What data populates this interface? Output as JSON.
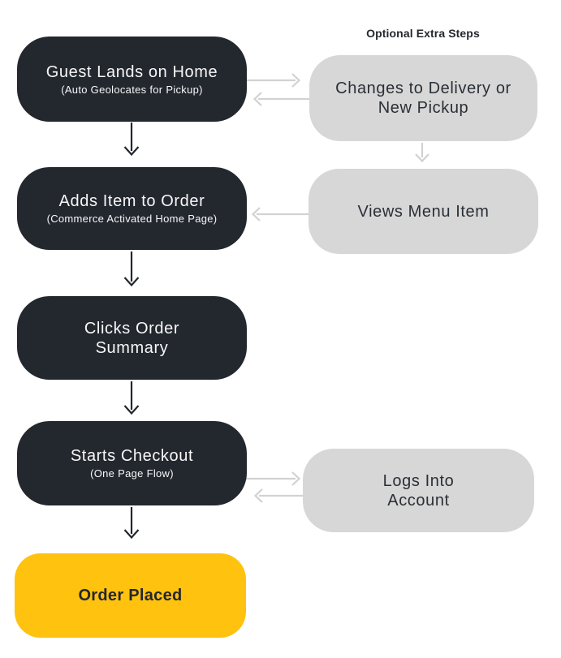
{
  "diagram": {
    "optional_column_heading": "Optional Extra Steps",
    "main_flow": [
      {
        "id": "guest-lands-on-home",
        "title": "Guest Lands on Home",
        "subtitle": "(Auto Geolocates for Pickup)",
        "style": "dark"
      },
      {
        "id": "adds-item-to-order",
        "title": "Adds Item to Order",
        "subtitle": "(Commerce Activated Home Page)",
        "style": "dark"
      },
      {
        "id": "clicks-order-summary",
        "title": "Clicks Order\nSummary",
        "subtitle": "",
        "style": "dark"
      },
      {
        "id": "starts-checkout",
        "title": "Starts Checkout",
        "subtitle": "(One Page Flow)",
        "style": "dark"
      },
      {
        "id": "order-placed",
        "title": "Order Placed",
        "subtitle": "",
        "style": "yellow"
      }
    ],
    "optional_steps": [
      {
        "id": "changes-to-delivery-or-new-pickup",
        "title": "Changes to Delivery or\nNew Pickup"
      },
      {
        "id": "views-menu-item",
        "title": "Views Menu Item"
      },
      {
        "id": "logs-into-account",
        "title": "Logs Into\nAccount"
      }
    ],
    "connections": [
      {
        "from": "guest-lands-on-home",
        "to": "adds-item-to-order",
        "style": "dark-arrow"
      },
      {
        "from": "adds-item-to-order",
        "to": "clicks-order-summary",
        "style": "dark-arrow"
      },
      {
        "from": "clicks-order-summary",
        "to": "starts-checkout",
        "style": "dark-arrow"
      },
      {
        "from": "starts-checkout",
        "to": "order-placed",
        "style": "dark-arrow"
      },
      {
        "from": "guest-lands-on-home",
        "to": "changes-to-delivery-or-new-pickup",
        "style": "gray-arrow"
      },
      {
        "from": "changes-to-delivery-or-new-pickup",
        "to": "guest-lands-on-home",
        "style": "gray-arrow"
      },
      {
        "from": "changes-to-delivery-or-new-pickup",
        "to": "views-menu-item",
        "style": "gray-arrow"
      },
      {
        "from": "views-menu-item",
        "to": "adds-item-to-order",
        "style": "gray-arrow"
      },
      {
        "from": "starts-checkout",
        "to": "logs-into-account",
        "style": "gray-arrow"
      },
      {
        "from": "logs-into-account",
        "to": "starts-checkout",
        "style": "gray-arrow"
      }
    ],
    "colors": {
      "background": "#ffffff",
      "dark_node": "#23272e",
      "optional_node": "#d7d7d7",
      "yellow_node": "#ffc20e",
      "dark_arrow": "#23272e",
      "gray_arrow": "#d2d2d2",
      "light_text": "#f7f7f8",
      "dark_text": "#2b2f36"
    }
  }
}
